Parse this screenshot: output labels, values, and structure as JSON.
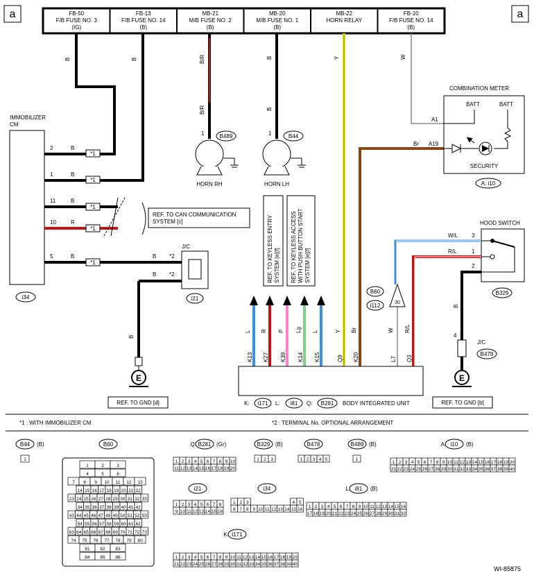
{
  "corner_label": "a",
  "fuses": [
    {
      "line1": "FB-50",
      "line2": "F/B FUSE NO. 3",
      "line3": "(IG)"
    },
    {
      "line1": "FB-13",
      "line2": "F/B FUSE NO. 14",
      "line3": "(B)"
    },
    {
      "line1": "MB-21",
      "line2": "M/B FUSE NO. 2",
      "line3": "(B)"
    },
    {
      "line1": "MB-20",
      "line2": "M/B FUSE NO. 1",
      "line3": "(B)"
    },
    {
      "line1": "MB-22",
      "line2": "HORN RELAY",
      "line3": ""
    },
    {
      "line1": "FB-10",
      "line2": "F/B FUSE NO. 14",
      "line3": "(B)"
    }
  ],
  "wire_colors": {
    "B": "B",
    "BR": "B/R",
    "Y": "Y",
    "W": "W",
    "R": "R",
    "Br": "Br",
    "WL": "W/L",
    "RL": "R/L",
    "L": "L",
    "P": "P",
    "Lg": "Lg"
  },
  "immobilizer": {
    "title1": "IMMOBILIZER",
    "title2": "CM",
    "connector": "i34",
    "pins": [
      "2",
      "1",
      "11",
      "10",
      "5"
    ]
  },
  "star1": "*1",
  "star2": "*2",
  "horn_rh": {
    "label": "HORN RH",
    "connector": "B489",
    "pin": "1"
  },
  "horn_lh": {
    "label": "HORN LH",
    "connector": "B44",
    "pin": "1"
  },
  "can_ref": {
    "line1": "REF. TO CAN COMMUNICATION",
    "line2": "SYSTEM [c]"
  },
  "jc_top": {
    "label": "J/C",
    "connector": "i21"
  },
  "combination_meter": {
    "title": "COMBINATION METER",
    "batt": "BATT",
    "pin_a1": "A1",
    "pin_a19": "A19",
    "security": "SECURITY",
    "connector": "A: i10"
  },
  "hood_switch": {
    "title": "HOOD SWITCH",
    "pins": [
      "3",
      "1",
      "2"
    ],
    "connector": "B329"
  },
  "ref_keyless1": {
    "line1": "REF. TO KEYLESS ENTRY",
    "line2": "SYSTEM [e][f]"
  },
  "ref_keyless2": {
    "line1": "REF. TO KEYLESS ACCESS",
    "line2": "WITH PUSH BUTTON START",
    "line3": "SYSTEM [e][f]"
  },
  "b60_label": "B60",
  "i112_label": "i112",
  "pin_30": "30",
  "biu": {
    "pins": [
      "K13",
      "K27",
      "K39",
      "K14",
      "K15",
      "Q9",
      "K20",
      "L7",
      "Q3"
    ],
    "label_k": "K:",
    "conn_k": "i171",
    "label_l": "L:",
    "conn_l": "i81",
    "label_q": "Q:",
    "conn_q": "B281",
    "title": "BODY INTEGRATED UNIT"
  },
  "gnd_left": {
    "symbol": "E",
    "ref": "REF. TO GND [d]"
  },
  "gnd_right": {
    "symbol": "E",
    "ref": "REF. TO GND [b]",
    "jc": "J/C",
    "connector": "B478",
    "pin": "4"
  },
  "note1": "*1  : WITH IMMOBILIZER CM",
  "note2": "*2  : TERMINAL No. OPTIONAL ARRANGEMENT",
  "connectors": {
    "b44": {
      "name": "B44",
      "color": "(B)",
      "pins": [
        "1"
      ]
    },
    "b60": {
      "name": "B60",
      "rows": [
        [
          "1",
          "2",
          "3"
        ],
        [
          "4",
          "5",
          "6"
        ],
        [
          "7",
          "8",
          "9",
          "10",
          "11",
          "12",
          "13"
        ],
        [
          "14",
          "15",
          "16",
          "17",
          "18",
          "19",
          "20",
          "21",
          "22"
        ],
        [
          "23",
          "24",
          "25",
          "26",
          "27",
          "28",
          "29",
          "30",
          "31",
          "32",
          "33"
        ],
        [
          "34",
          "35",
          "36",
          "37",
          "38",
          "39",
          "40",
          "41",
          "42"
        ],
        [
          "43",
          "44",
          "45",
          "46",
          "47",
          "48",
          "49",
          "50",
          "51",
          "52",
          "53"
        ],
        [
          "54",
          "55",
          "56",
          "57",
          "58",
          "59",
          "60",
          "61",
          "62"
        ],
        [
          "63",
          "64",
          "65",
          "66",
          "67",
          "68",
          "69",
          "70",
          "71",
          "72",
          "73"
        ],
        [
          "74",
          "75",
          "76",
          "77",
          "78",
          "79",
          "80"
        ],
        [
          "81",
          "82",
          "83"
        ],
        [
          "84",
          "85",
          "86"
        ]
      ]
    },
    "b281": {
      "prefix": "Q:",
      "name": "B281",
      "color": "(Gr)",
      "rows": [
        [
          "1",
          "2",
          "3",
          "4",
          "5",
          "6",
          "7",
          "8",
          "9",
          "10"
        ],
        [
          "11",
          "12",
          "13",
          "14",
          "15",
          "16",
          "17",
          "18",
          "19",
          "20"
        ]
      ]
    },
    "b329": {
      "name": "B329",
      "color": "(B)",
      "pins": [
        "1",
        "2",
        "3"
      ]
    },
    "b478": {
      "name": "B478",
      "pins": [
        "1",
        "2",
        "3",
        "4",
        "5"
      ]
    },
    "b489": {
      "name": "B489",
      "color": "(B)",
      "pins": [
        "1"
      ]
    },
    "i10": {
      "prefix": "A:",
      "name": "i10",
      "color": "(B)",
      "rows": [
        [
          "1",
          "2",
          "3",
          "4",
          "5",
          "6",
          "7",
          "8",
          "9",
          "10",
          "11",
          "12",
          "13",
          "14",
          "15",
          "16",
          "17",
          "18",
          "19",
          "20"
        ],
        [
          "21",
          "22",
          "23",
          "24",
          "25",
          "26",
          "27",
          "28",
          "29",
          "30",
          "31",
          "32",
          "33",
          "34",
          "35",
          "36",
          "37",
          "38",
          "39",
          "40"
        ]
      ]
    },
    "i21": {
      "name": "i21",
      "rows": [
        [
          "1",
          "2",
          "3",
          "4",
          "5",
          "6",
          "7",
          "8"
        ],
        [
          "9",
          "10",
          "11",
          "12",
          "13",
          "14",
          "15",
          "16"
        ]
      ]
    },
    "i34": {
      "name": "i34",
      "rows": [
        [
          "1",
          "2",
          "3",
          "",
          "",
          "",
          "",
          "",
          "",
          "4",
          "5"
        ],
        [
          "6",
          "7",
          "8",
          "9",
          "10",
          "11",
          "12",
          "13",
          "14",
          "15",
          "16"
        ]
      ]
    },
    "i81": {
      "prefix": "L:",
      "name": "i81",
      "color": "(B)",
      "rows": [
        [
          "1",
          "2",
          "3",
          "4",
          "5",
          "6",
          "7",
          "8",
          "9",
          "10",
          "11",
          "12",
          "13",
          "14",
          "15",
          "16"
        ],
        [
          "17",
          "18",
          "19",
          "20",
          "21",
          "22",
          "23",
          "24",
          "25",
          "26",
          "27",
          "28",
          "29",
          "30",
          "31",
          "32"
        ]
      ]
    },
    "i171": {
      "prefix": "K:",
      "name": "i171",
      "rows": [
        [
          "1",
          "2",
          "3",
          "4",
          "5",
          "6",
          "7",
          "8",
          "9",
          "10",
          "11",
          "12",
          "13",
          "14",
          "15",
          "16",
          "17",
          "18",
          "19",
          "20"
        ],
        [
          "21",
          "22",
          "23",
          "24",
          "25",
          "26",
          "27",
          "28",
          "29",
          "30",
          "31",
          "32",
          "33",
          "34",
          "35",
          "36",
          "37",
          "38",
          "39",
          "40"
        ]
      ]
    }
  },
  "figure_id": "WI-85875",
  "colors": {
    "black": "#000000",
    "red": "#cc1111",
    "yellow": "#f2ea00",
    "brown": "#8b4513",
    "blue": "#3a8fe0",
    "pink": "#ff7fd0",
    "green": "#7ed08a",
    "gray": "#888888"
  }
}
